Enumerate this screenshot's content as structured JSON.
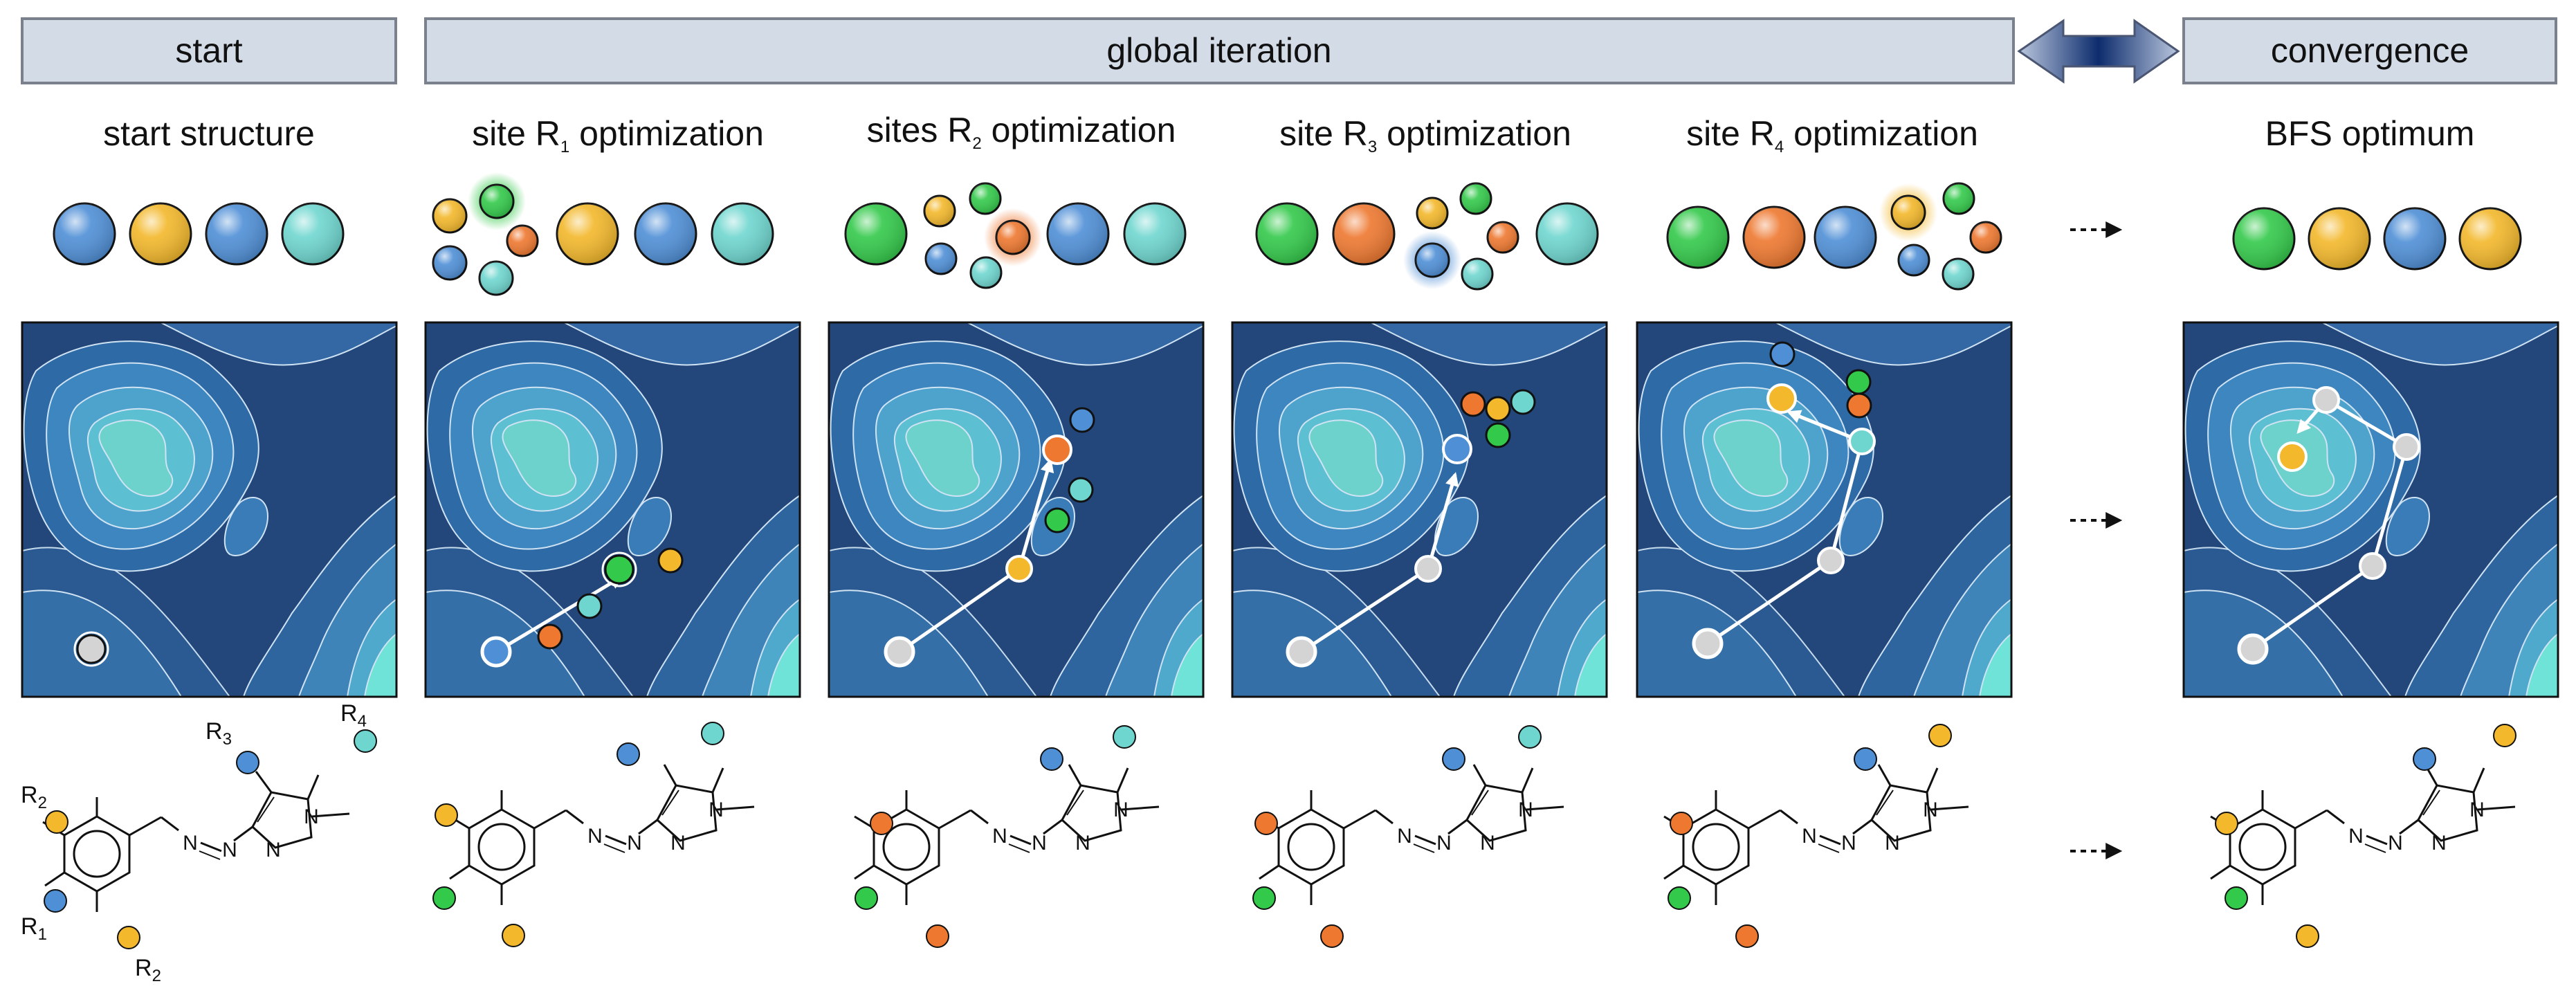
{
  "headers": {
    "start": "start",
    "global": "global iteration",
    "convergence": "convergence"
  },
  "columns": [
    {
      "title": "start structure"
    },
    {
      "title_pre": "site R",
      "sub": "1",
      "title_post": " optimization"
    },
    {
      "title_pre": "sites R",
      "sub": "2",
      "title_post": " optimization"
    },
    {
      "title_pre": "site R",
      "sub": "3",
      "title_post": " optimization"
    },
    {
      "title_pre": "site R",
      "sub": "4",
      "title_post": " optimization"
    },
    {
      "title": "BFS optimum"
    }
  ],
  "molecule_labels": {
    "R": "R",
    "r1": "1",
    "r2": "2",
    "r3": "3",
    "r4": "4",
    "N": "N"
  },
  "colors": {
    "blue": "#4f8fd6",
    "yellow": "#f3b82b",
    "cyan": "#6fd6cf",
    "green": "#33c94a",
    "orange": "#ee7830",
    "grey": "#d4d4d4",
    "header_bg": "#d3dbe7",
    "header_border": "#7b818c",
    "arrow_dark": "#0d2c6d",
    "map_deep": "#23477a",
    "map_light": "#6fe3d8"
  },
  "icons": [
    "double-arrow-icon",
    "dotted-arrow-icon"
  ]
}
